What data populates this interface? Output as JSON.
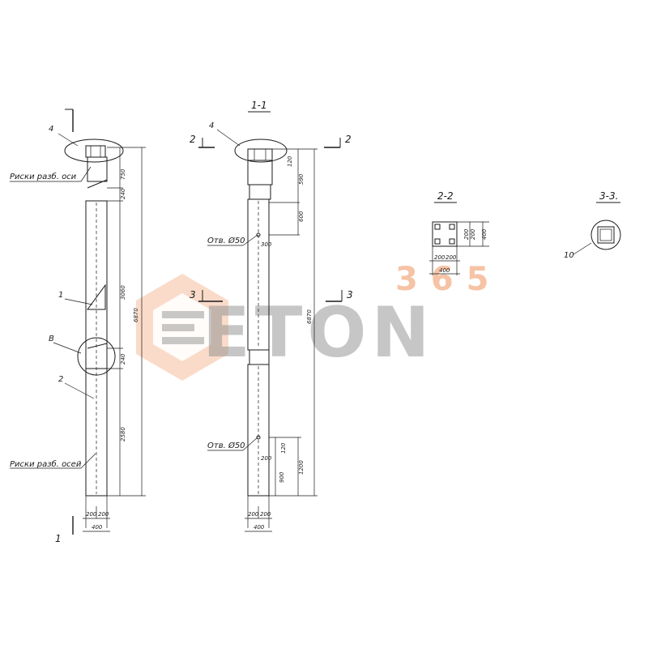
{
  "sections": {
    "s1": "1-1",
    "s2": "2-2",
    "s3": "3-3."
  },
  "markers": {
    "m1": "1",
    "m2": "2",
    "m3": "3"
  },
  "labels": {
    "risk_top": "Риски разб. оси",
    "risk_bottom": "Риски разб. осей",
    "hole1": "Отв. Ø50",
    "hole2": "Отв. Ø50",
    "ref4": "4",
    "ref1": "1",
    "refB": "В",
    "ref2": "2",
    "ref10": "10"
  },
  "dims": {
    "d750": "750",
    "d240a": "240",
    "d3060": "3060",
    "d6870a": "6870",
    "d240b": "240",
    "d2580": "2580",
    "d200a": "200",
    "d200b": "200",
    "d400a": "400",
    "d200c": "200",
    "d200d": "200",
    "d400b": "400",
    "d590": "590",
    "d600": "600",
    "d300": "300",
    "d6870b": "6870",
    "d120": "120",
    "d200e": "200",
    "d900": "900",
    "d1200": "1200",
    "s2_200a": "200",
    "s2_200b": "200",
    "s2_400a": "400",
    "s2_200c": "200",
    "s2_200d": "200",
    "s2_400b": "400"
  },
  "watermark": {
    "number": "365",
    "brand": "ETON"
  }
}
